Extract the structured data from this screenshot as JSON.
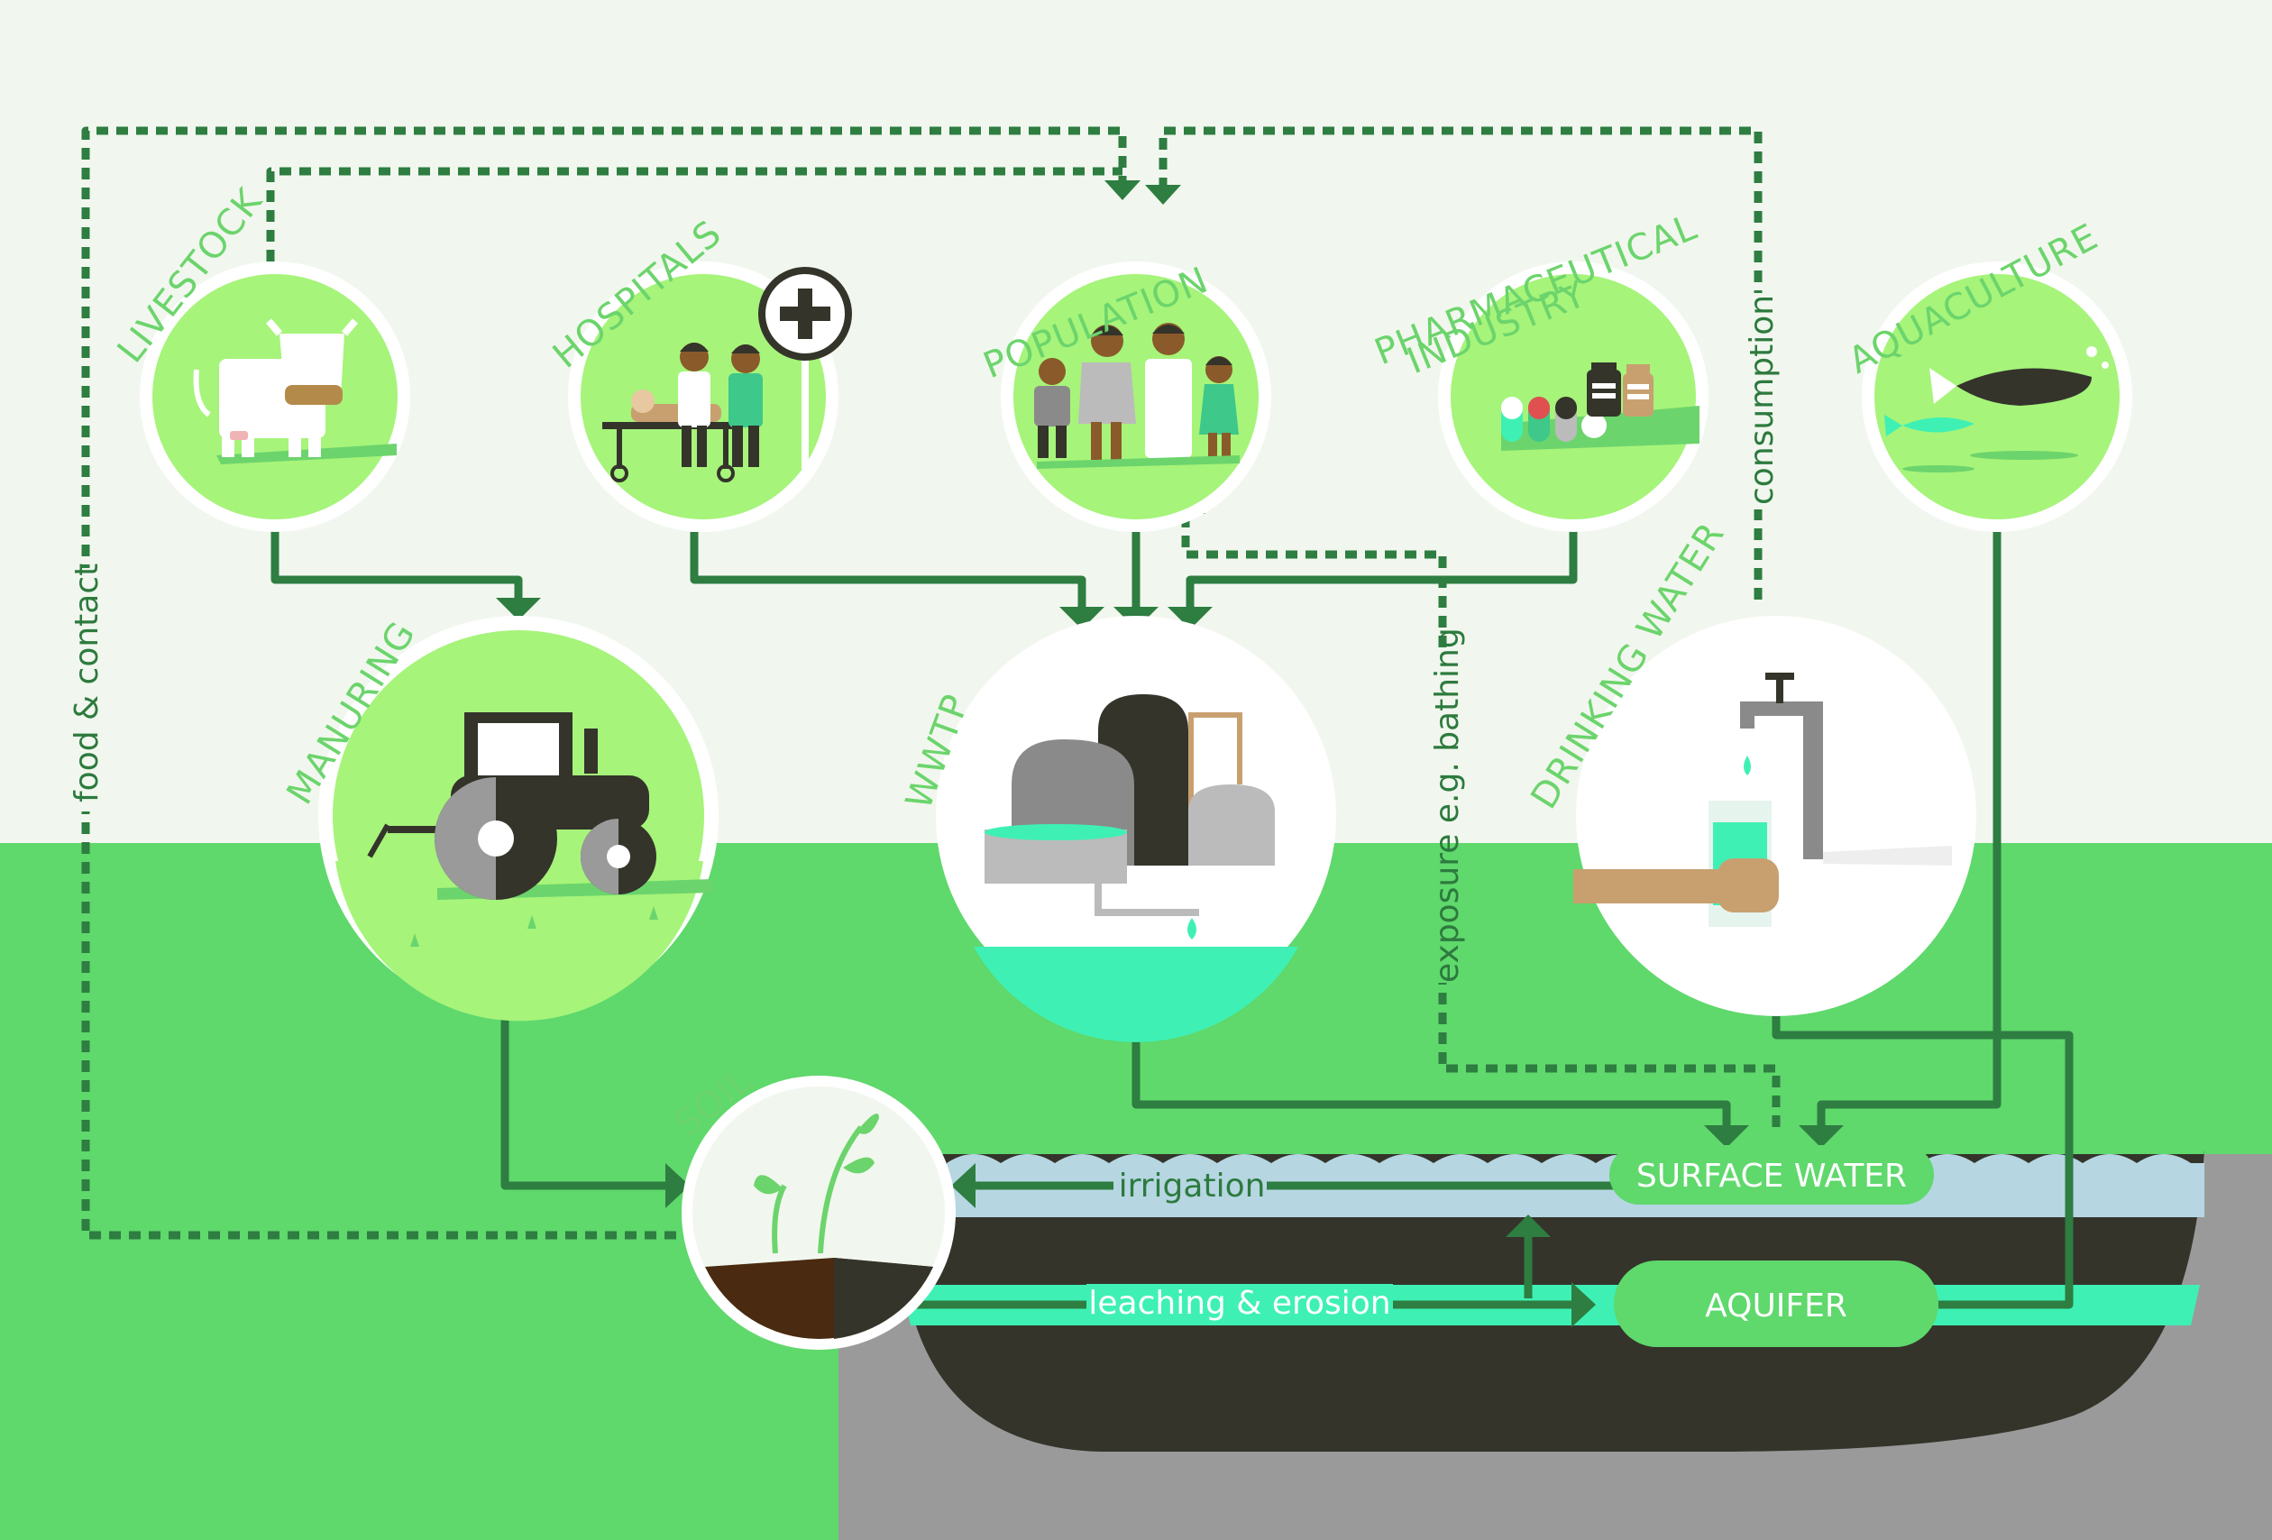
{
  "nodes": {
    "livestock": "LIVESTOCK",
    "hospitals": "HOSPITALS",
    "population": "POPULATION",
    "pharma_line1": "PHARMACEUTICAL",
    "pharma_line2": "INDUSTRY",
    "aquaculture": "AQUACULTURE",
    "manuring": "MANURING",
    "wwtp": "WWTP",
    "drinking_water": "DRINKING WATER",
    "soil": "SOIL",
    "surface_water": "SURFACE WATER",
    "aquifer": "AQUIFER"
  },
  "flows": {
    "food_contact": "food & contact",
    "exposure": "exposure e.g. bathing",
    "consumption": "consumption",
    "irrigation": "irrigation",
    "leaching": "leaching & erosion"
  },
  "colors": {
    "sky": "#f1f7ee",
    "ground": "#5fd86c",
    "node_fill": "#a6f47a",
    "label_green": "#6cd46c",
    "arrow_green": "#2e7d41",
    "water_blue": "#b6d6e2",
    "aquifer_teal": "#3ff0b4",
    "dark_earth": "#34342b",
    "bedrock": "#9a9a9a"
  }
}
